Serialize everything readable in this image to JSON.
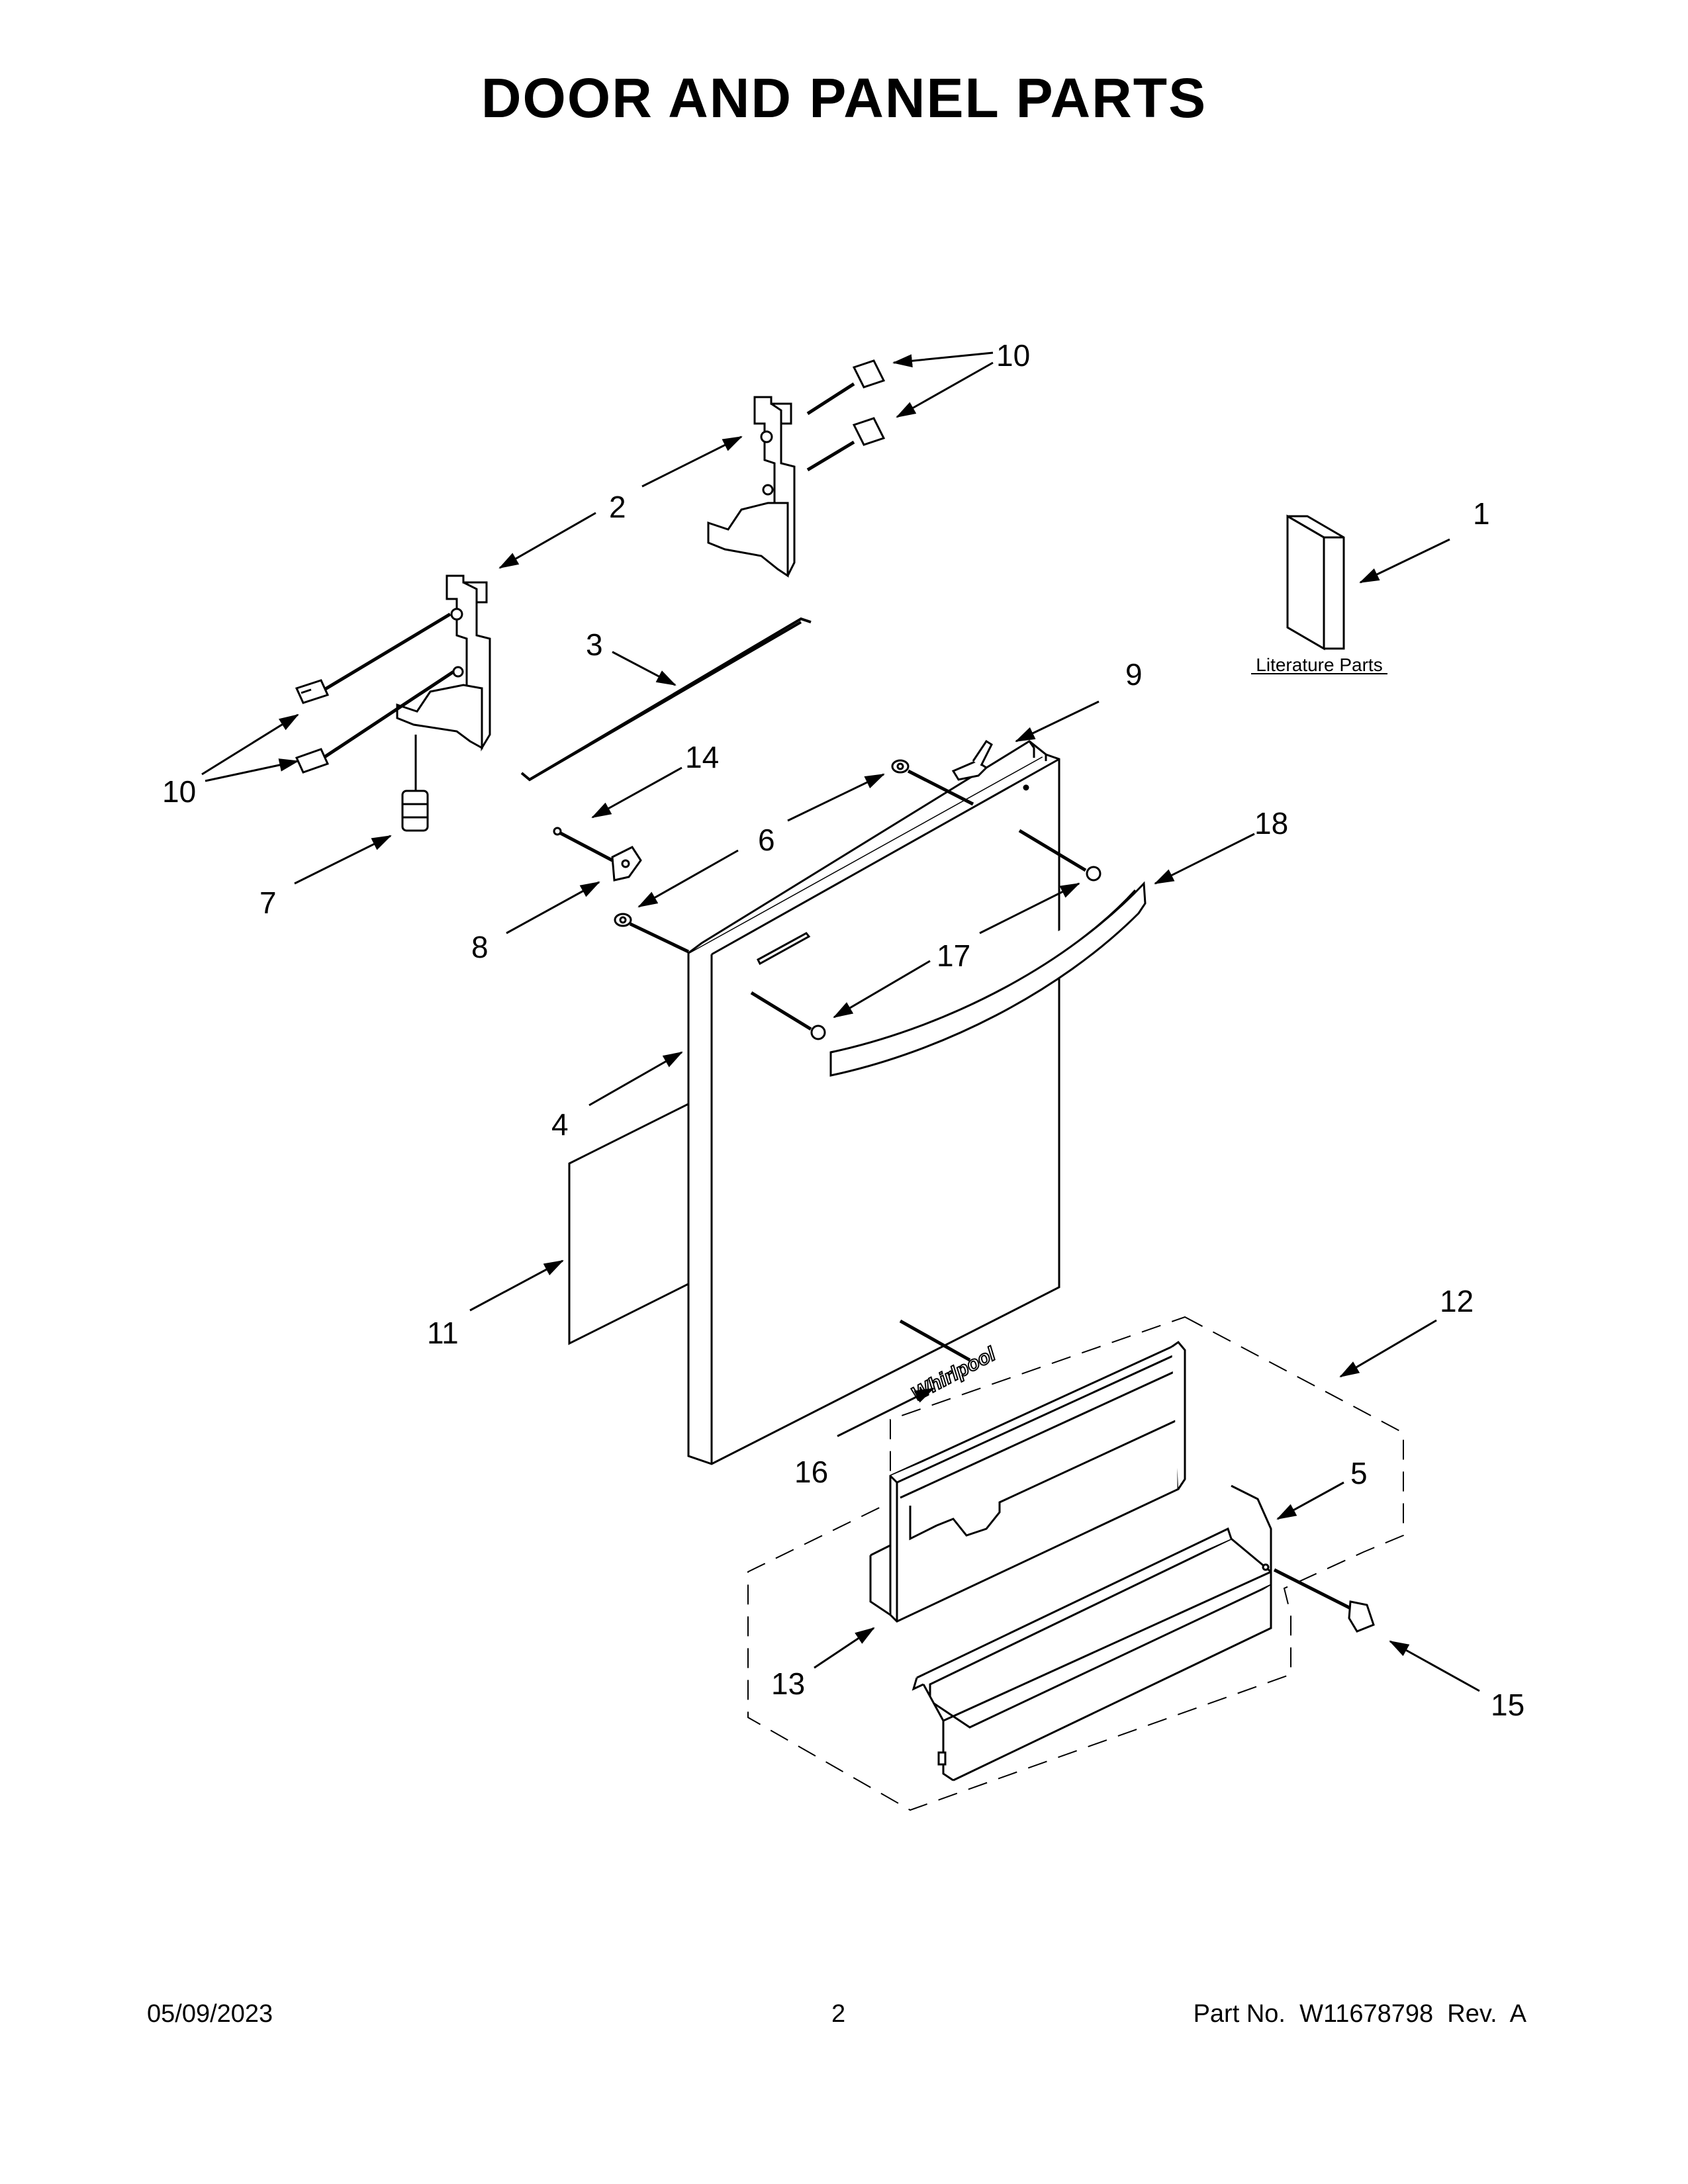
{
  "title": "DOOR AND PANEL PARTS",
  "footer": {
    "date": "05/09/2023",
    "page": "2",
    "part_number": "Part No.  W11678798  Rev.  A"
  },
  "literature_label": "Literature Parts",
  "logo_text": "Whirlpool",
  "callouts": [
    "1",
    "2",
    "3",
    "4",
    "5",
    "6",
    "7",
    "8",
    "9",
    "10",
    "10",
    "11",
    "12",
    "13",
    "14",
    "15",
    "16",
    "17",
    "18"
  ]
}
